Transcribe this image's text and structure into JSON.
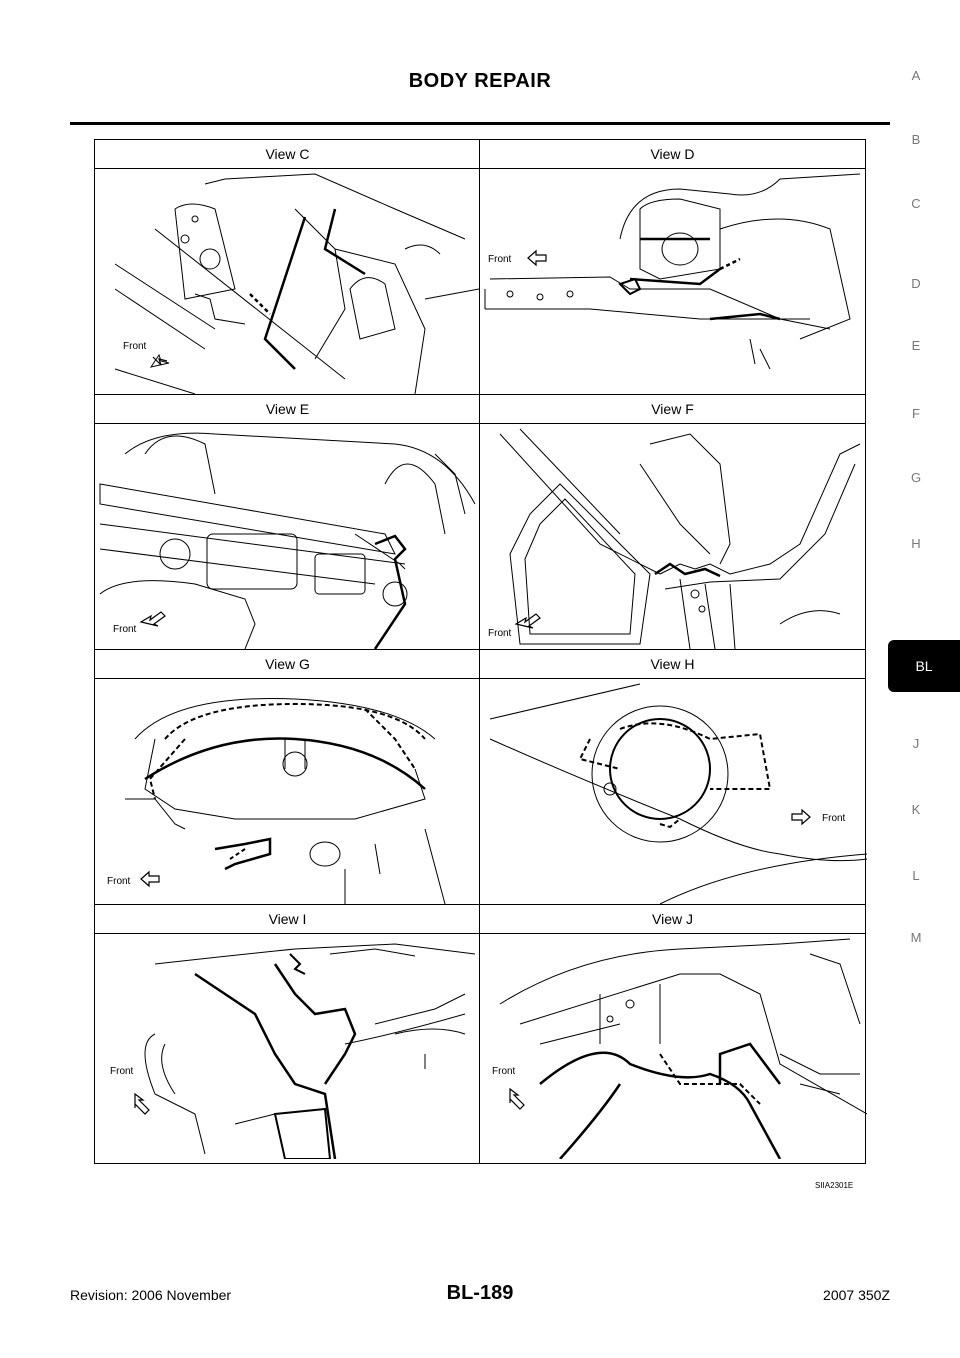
{
  "header": {
    "title": "BODY REPAIR"
  },
  "side_index": {
    "letters": [
      "A",
      "B",
      "C",
      "D",
      "E",
      "F",
      "G",
      "H"
    ],
    "active": "BL",
    "letters_after": [
      "J",
      "K",
      "L",
      "M"
    ]
  },
  "figure": {
    "rows": [
      {
        "left": "View C",
        "right": "View D"
      },
      {
        "left": "View E",
        "right": "View F"
      },
      {
        "left": "View G",
        "right": "View H"
      },
      {
        "left": "View I",
        "right": "View J"
      }
    ],
    "front_label": "Front",
    "code": "SIIA2301E"
  },
  "footer": {
    "revision": "Revision: 2006 November",
    "page": "BL-189",
    "model": "2007 350Z"
  }
}
